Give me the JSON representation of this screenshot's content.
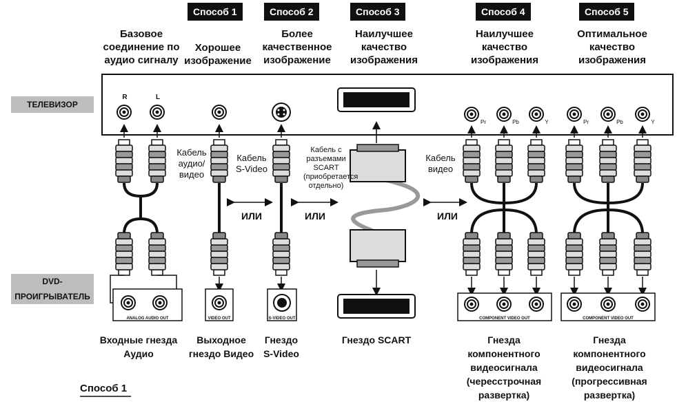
{
  "methods": [
    {
      "tab": "Способ 1",
      "heading": "Хорошее изображение"
    },
    {
      "tab": "Способ 2",
      "heading": "Более качественное изображение"
    },
    {
      "tab": "Способ 3",
      "heading": "Наилучшее качество изображения"
    },
    {
      "tab": "Способ 4",
      "heading": "Наилучшее качество изображения"
    },
    {
      "tab": "Способ 5",
      "heading": "Оптимальное качество изображения"
    }
  ],
  "audio_heading": "Базовое соединение по аудио сигналу",
  "tv_label": "ТЕЛЕВИЗОР",
  "dvd_label": "DVD- ПРОИГРЫВАТЕЛЬ",
  "tv_jacks": {
    "r": "R",
    "l": "L",
    "pr": "Pr",
    "pb": "Pb",
    "y": "Y"
  },
  "cables": {
    "av": "Кабель аудио/ видео",
    "svideo": "Кабель S-Video",
    "scart": "Кабель с разъемами SCART (приобретается отдельно)",
    "video": "Кабель видео"
  },
  "or_label": "ИЛИ",
  "panels": {
    "analog_audio": "ANALOG AUDIO OUT",
    "video_out": "VIDEO OUT",
    "svideo_out": "S-VIDEO OUT",
    "component": "COMPONENT VIDEO OUT"
  },
  "bottom_labels": {
    "audio": "Входные гнезда Аудио",
    "video": "Выходное гнездо Видео",
    "svideo": "Гнездо S-Video",
    "scart": "Гнездо SCART",
    "component_interlaced": "Гнезда компонентного видеосигнала (чересстрочная развертка)",
    "component_progressive": "Гнезда компонентного видеосигнала (прогрессивная развертка)"
  },
  "footer": "Способ 1"
}
